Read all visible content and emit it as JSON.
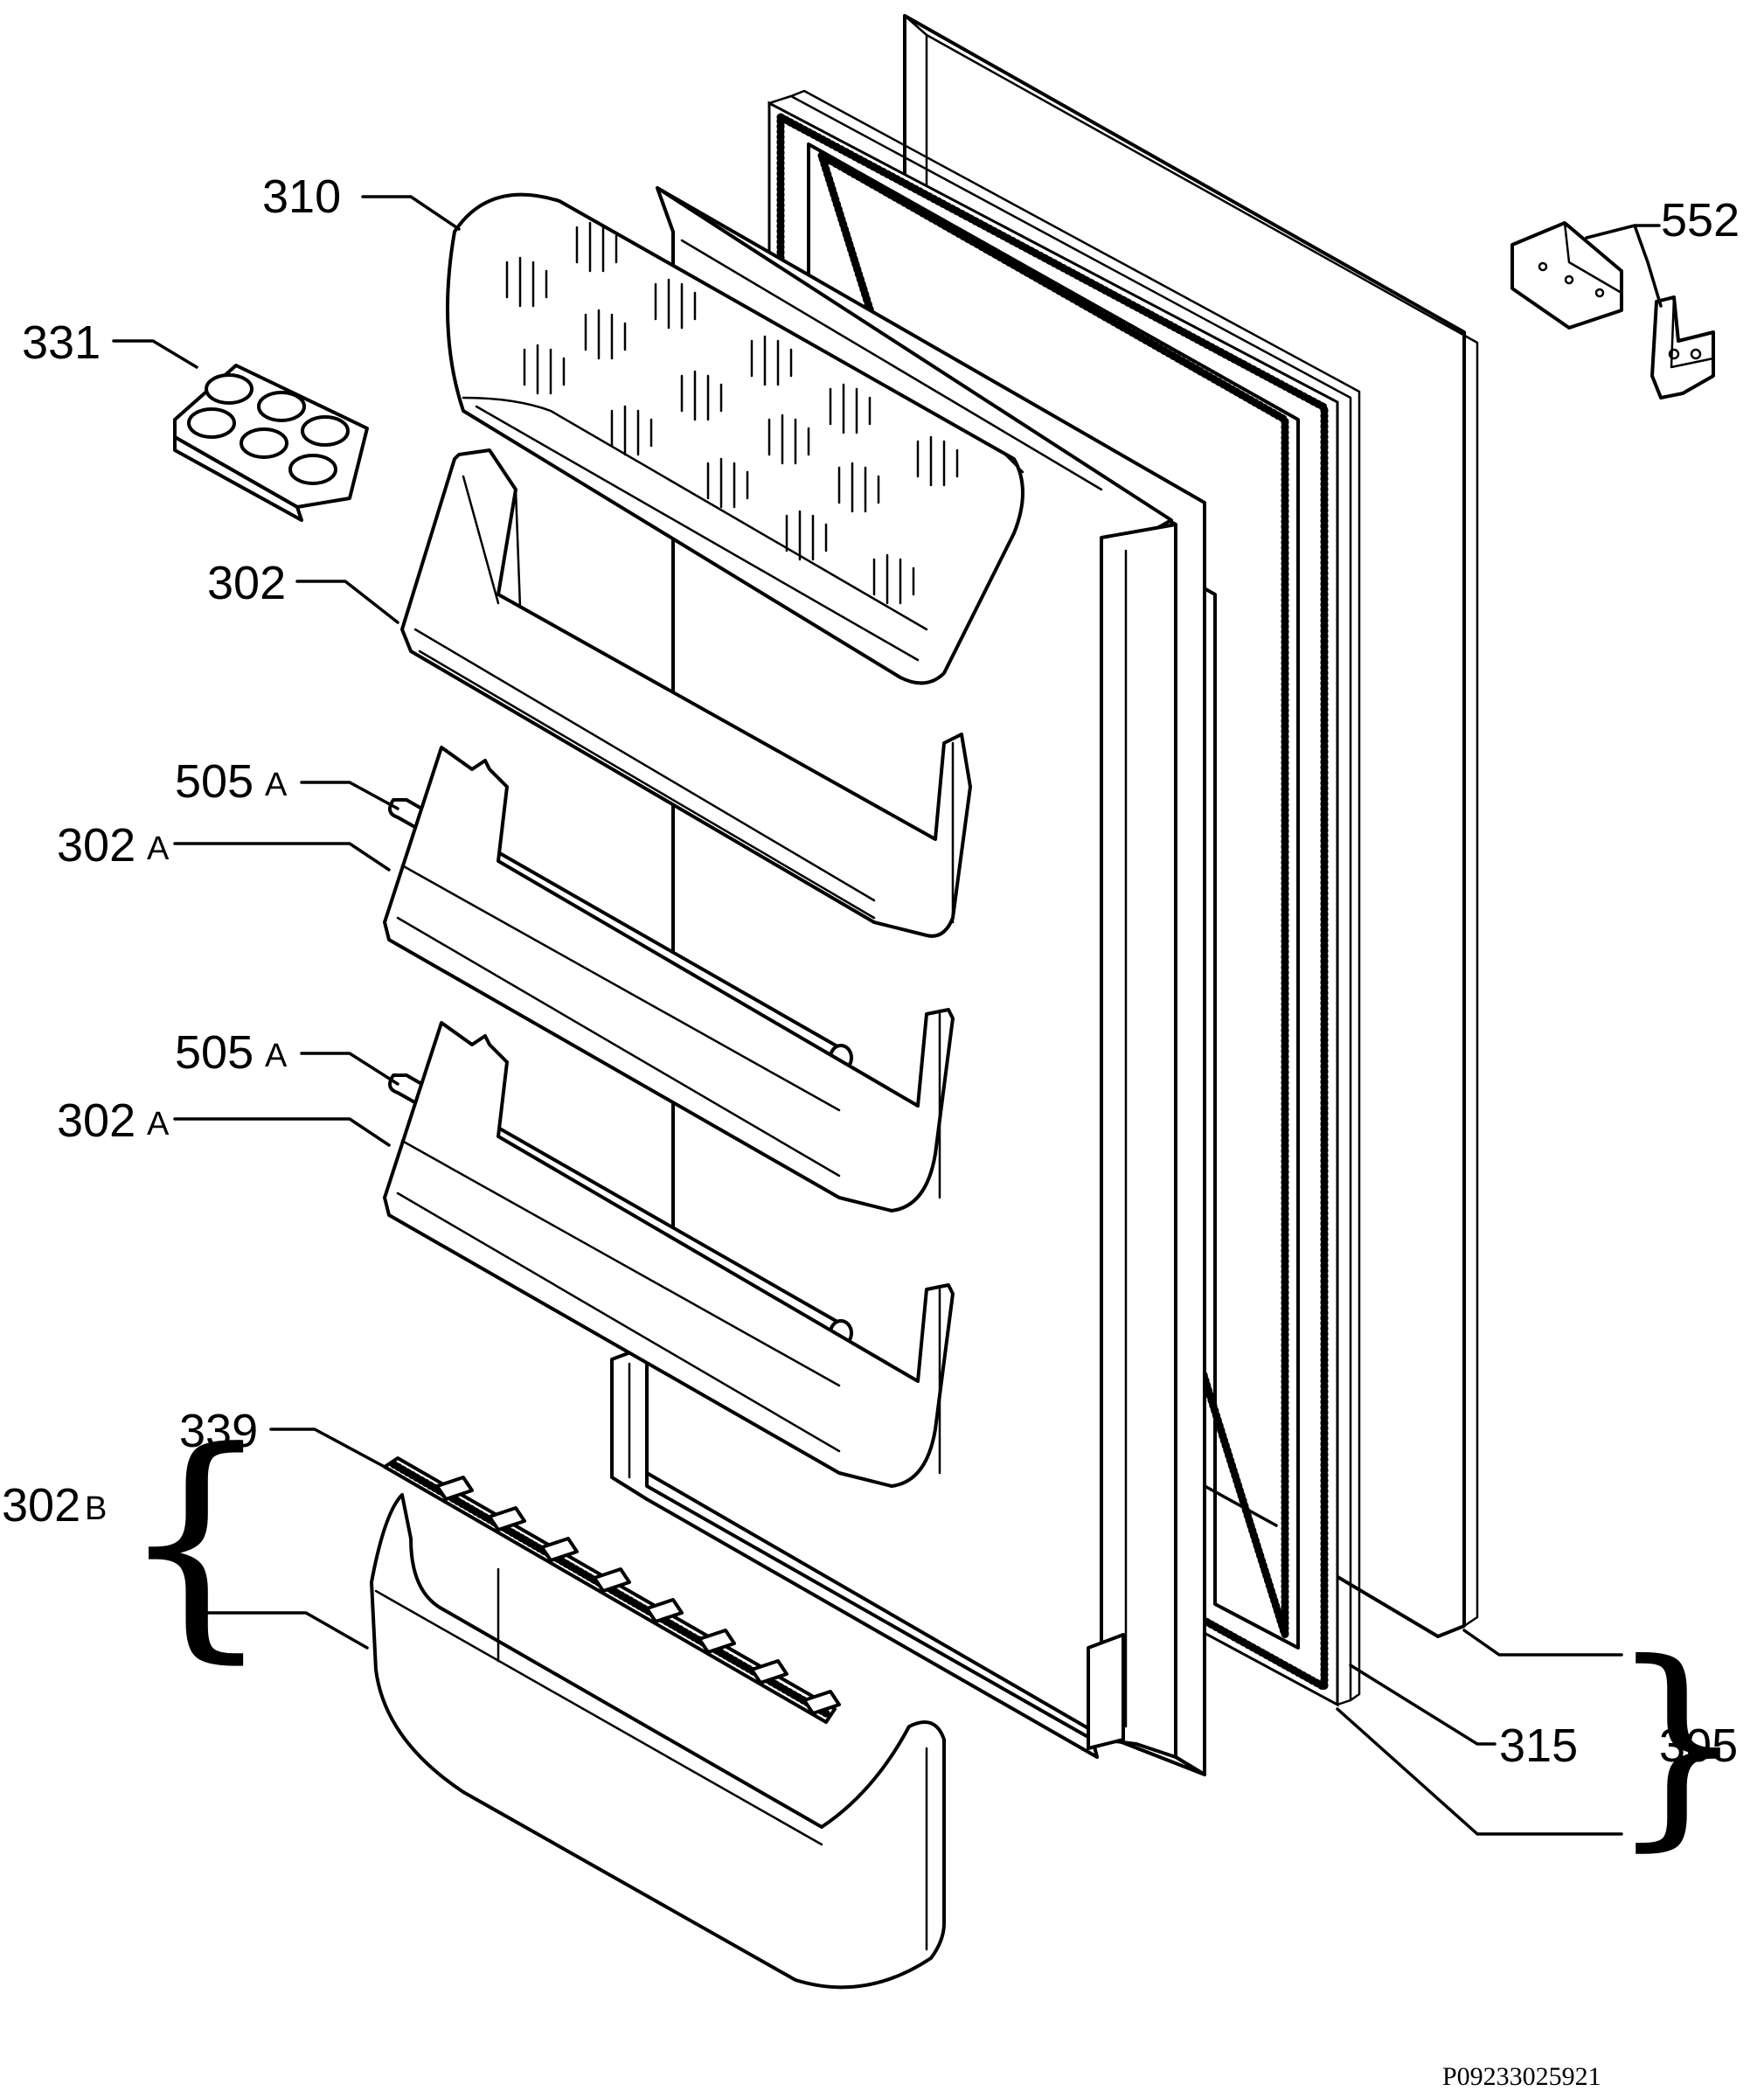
{
  "labels": {
    "l310": "310",
    "l331": "331",
    "l302": "302",
    "l505a_1": "505",
    "l505a_1_suffix": "A",
    "l302a_1": "302",
    "l302a_1_suffix": "A",
    "l505a_2": "505",
    "l505a_2_suffix": "A",
    "l302a_2": "302",
    "l302a_2_suffix": "A",
    "l339": "339",
    "l302b": "302",
    "l302b_suffix": "B",
    "l552": "552",
    "l315": "315",
    "l305": "305"
  },
  "brace_glyph": "{",
  "brace_glyph_right": "}",
  "drawing_code": "P09233025921"
}
